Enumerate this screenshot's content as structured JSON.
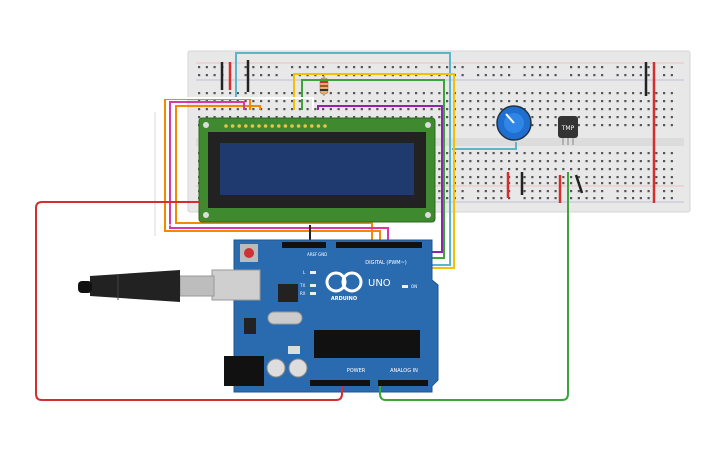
{
  "arduino": {
    "brand": "ARDUINO",
    "model": "UNO",
    "digital_label": "DIGITAL (PWM~)",
    "power_label": "POWER",
    "analog_label": "ANALOG IN",
    "led_l": "L",
    "led_tx": "TX",
    "led_rx": "RX",
    "on_label": "ON",
    "aref": "AREF",
    "gnd": "GND"
  },
  "sensor": {
    "label": "TMP"
  },
  "colors": {
    "board": "#2a6bb0",
    "breadboard": "#e8e8e8",
    "lcd_pcb": "#3f8a2e",
    "lcd_screen": "#1f3a6e",
    "wire_red": "#d32f2f",
    "wire_green": "#3aa63a",
    "wire_yellow": "#f2c200",
    "wire_orange": "#f08a00",
    "wire_purple": "#8e24aa",
    "wire_magenta": "#d63aa8",
    "wire_cyan": "#5bb6c9",
    "wire_white": "#ffffff",
    "wire_black": "#222222",
    "potentiometer": "#1e6fd0"
  },
  "icons": [
    "usb-cable-icon",
    "reset-button-icon",
    "arduino-logo-icon",
    "potentiometer-icon",
    "temperature-sensor-icon",
    "resistor-icon"
  ]
}
